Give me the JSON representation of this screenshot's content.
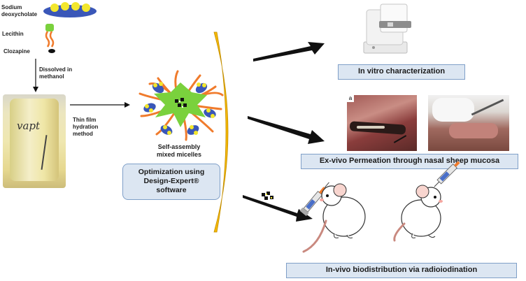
{
  "ingredients": {
    "sodium_deoxycholate": "Sodium\ndeoxycholate",
    "lecithin": "Lecithin",
    "clozapine": "Clozapine"
  },
  "process": {
    "dissolved": "Dissolved in\nmethanol",
    "thin_film": "Thin film\nhydration\nmethod"
  },
  "micelle": {
    "caption": "Self-assembly\nmixed micelles"
  },
  "optimization": {
    "label": "Optimization using\nDesign-Expert®\nsoftware"
  },
  "outcomes": {
    "in_vitro": "In vitro characterization",
    "ex_vivo": "Ex-vivo Permeation through nasal sheep mucosa",
    "in_vivo": "In-vivo biodistribution via radioiodination"
  },
  "photos": {
    "marker_letter": "a"
  },
  "colors": {
    "box_fill": "#dce6f2",
    "box_border": "#7f9fc8",
    "bracket": "#f5b800",
    "micelle_core": "#7ad13d",
    "tail": "#f07b2c",
    "headgroup": "#3a57b8",
    "yellow_bead": "#f3e72d"
  }
}
